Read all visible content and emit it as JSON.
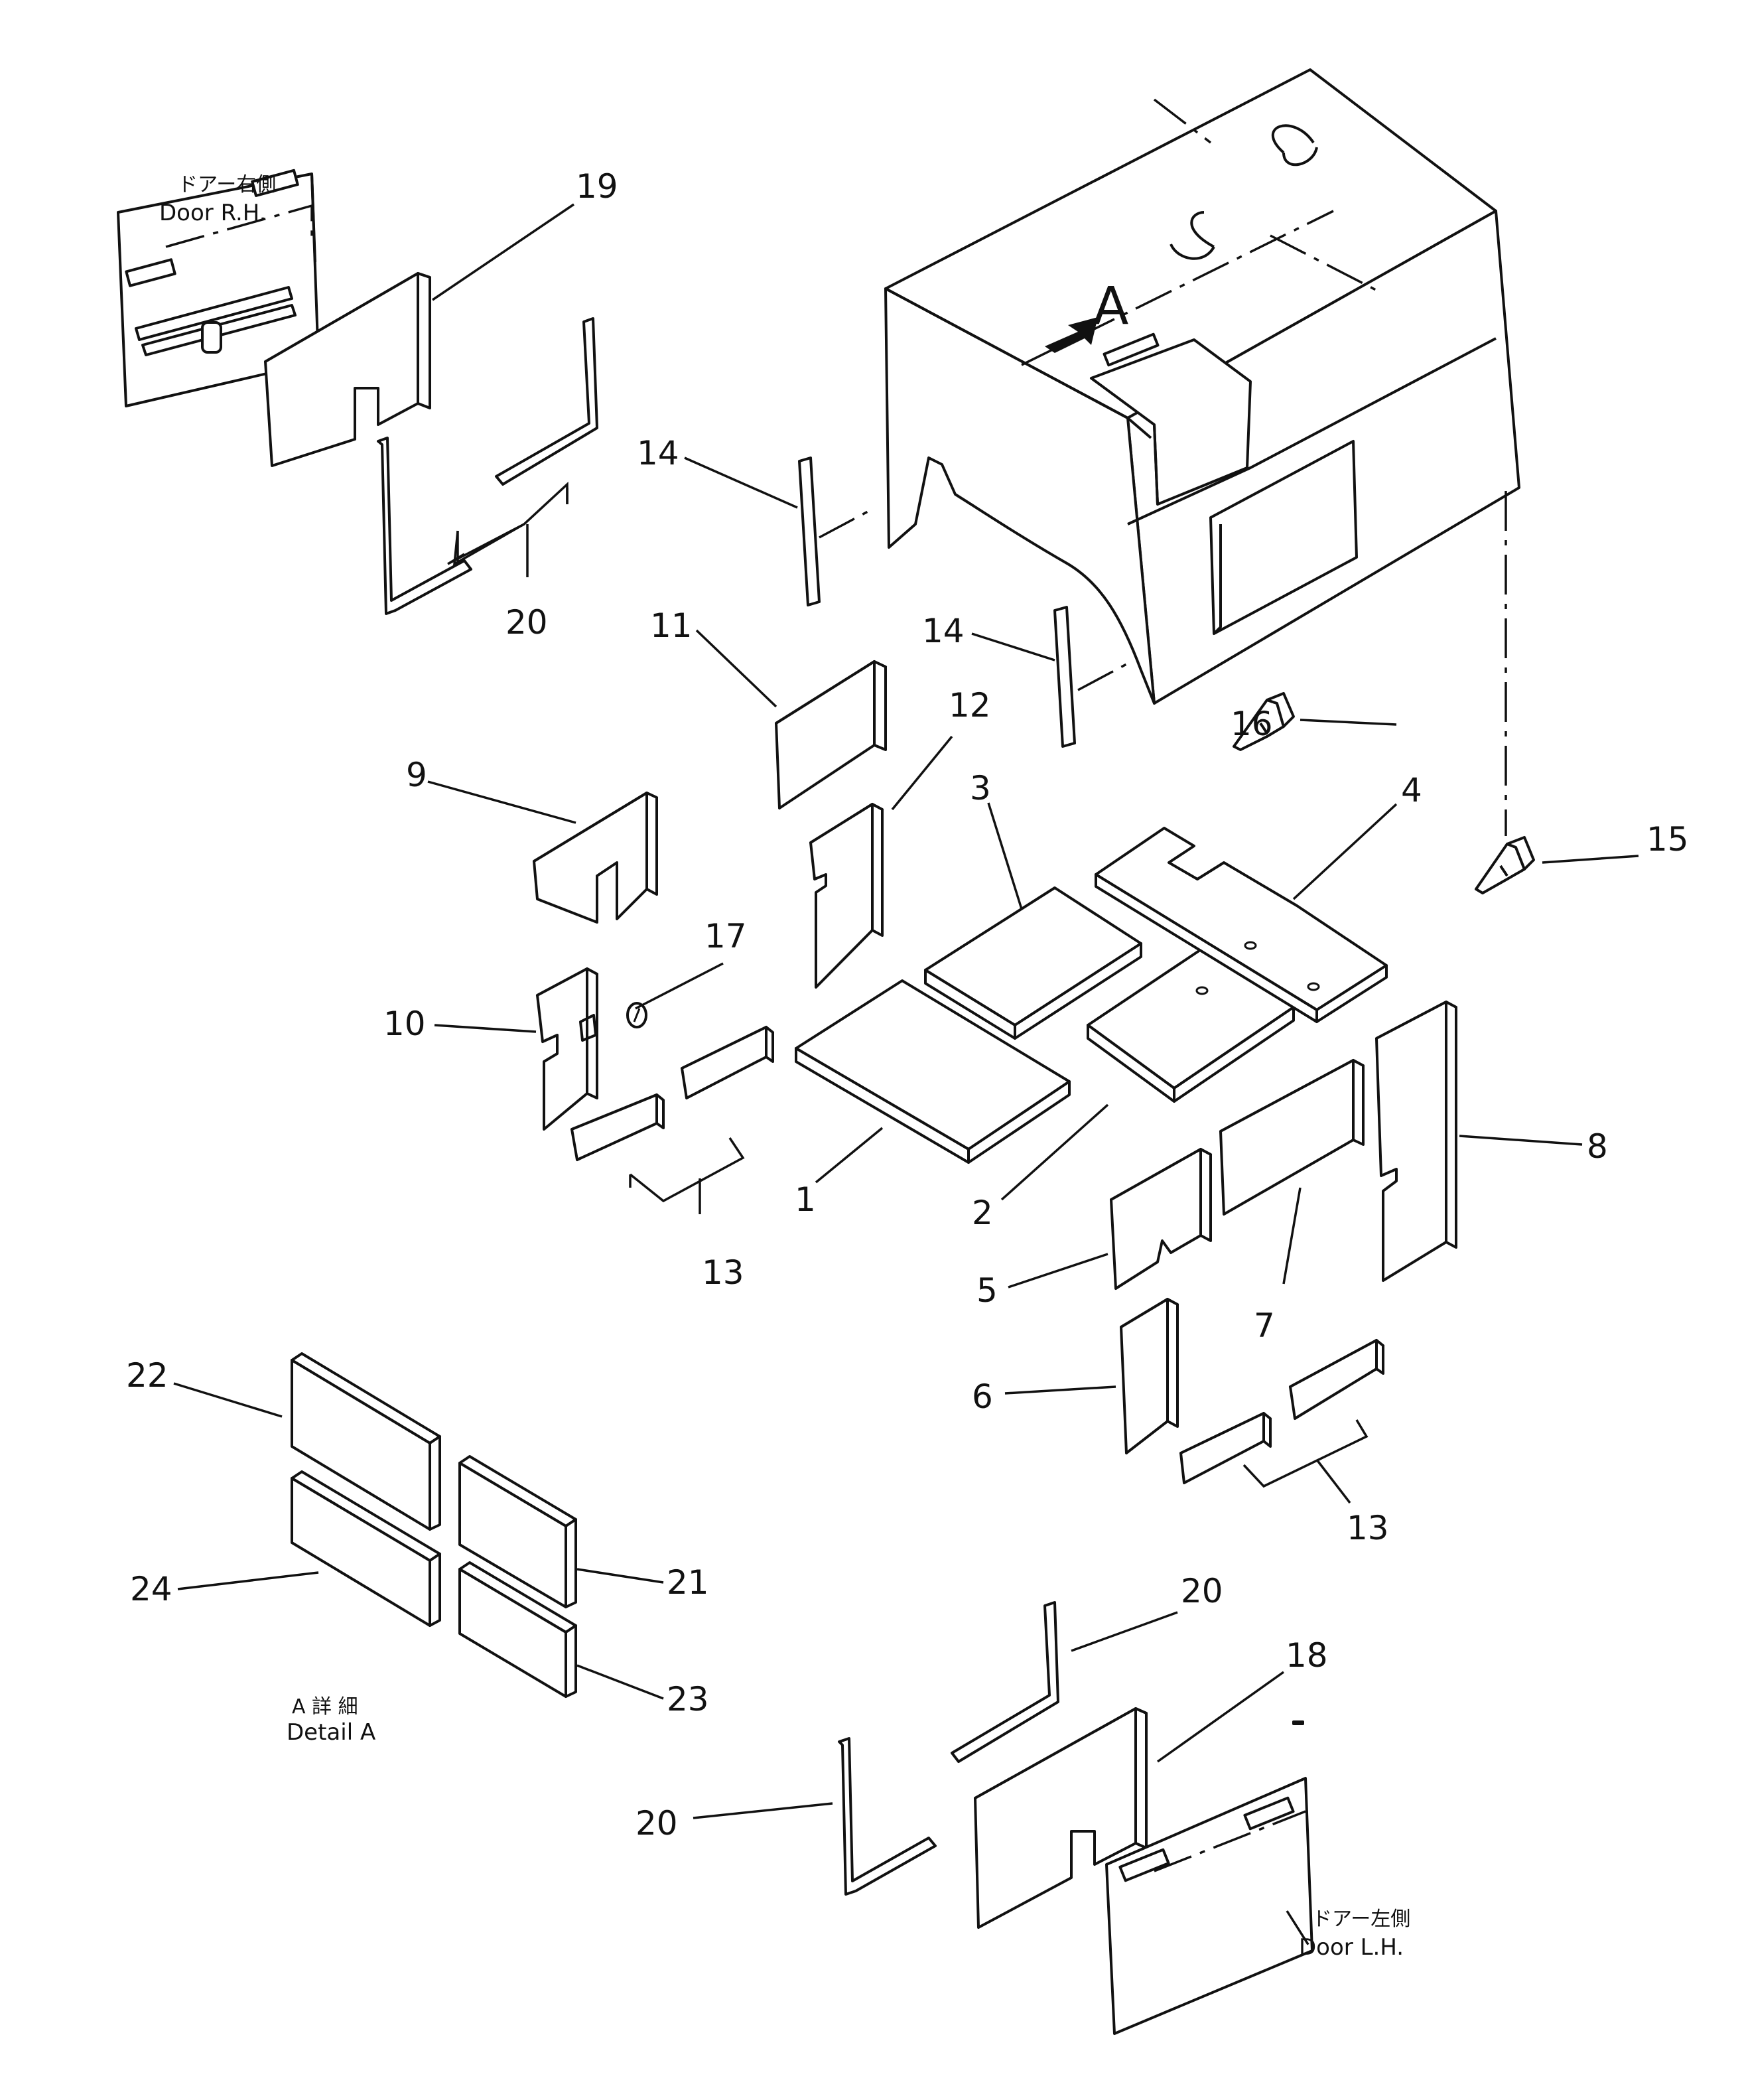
{
  "captions": {
    "door_rh_jp": "ドアー右側",
    "door_rh_en": "Door R.H.",
    "door_lh_jp": "ドアー左側",
    "door_lh_en": "Door L.H.",
    "detail_jp": "A 詳 細",
    "detail_en": "Detail A",
    "view_marker": "A"
  },
  "part_numbers": {
    "p1": "1",
    "p2": "2",
    "p3": "3",
    "p4": "4",
    "p5": "5",
    "p6": "6",
    "p7": "7",
    "p8": "8",
    "p9": "9",
    "p10": "10",
    "p11": "11",
    "p12": "12",
    "p13a": "13",
    "p13b": "13",
    "p14a": "14",
    "p14b": "14",
    "p15": "15",
    "p16": "16",
    "p17": "17",
    "p18": "18",
    "p19": "19",
    "p20a": "20",
    "p20b": "20",
    "p20c": "20",
    "p21": "21",
    "p22": "22",
    "p23": "23",
    "p24": "24"
  }
}
